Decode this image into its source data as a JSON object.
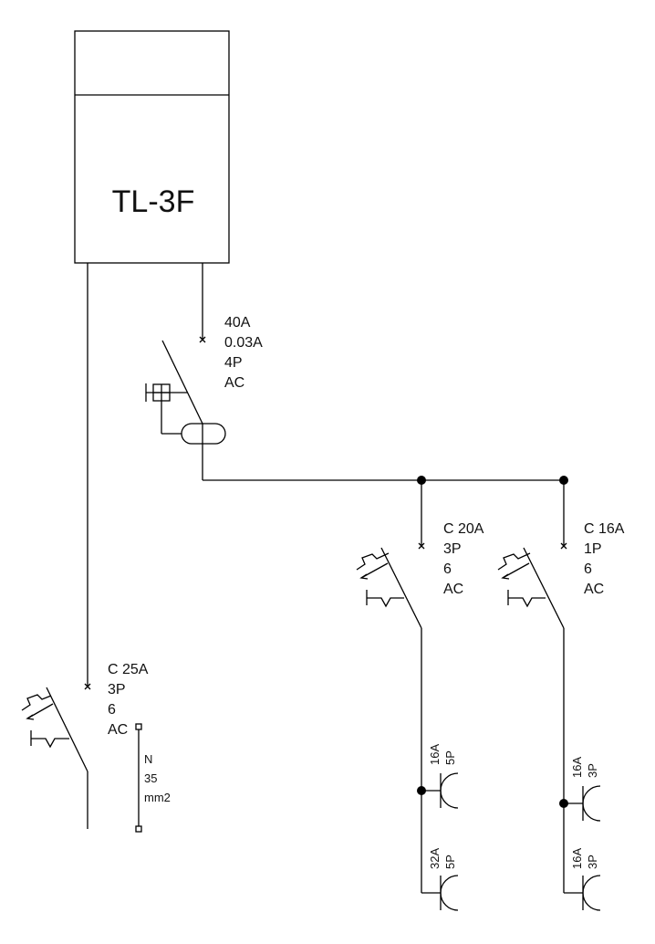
{
  "panel": {
    "label": "TL-3F"
  },
  "rcd": {
    "rating": "40A",
    "sensitivity": "0.03A",
    "poles": "4P",
    "type": "AC"
  },
  "breakers": [
    {
      "id": "main-left",
      "curve_rating": "C 25A",
      "poles": "3P",
      "breaking": "6",
      "type": "AC"
    },
    {
      "id": "branch-1",
      "curve_rating": "C 20A",
      "poles": "3P",
      "breaking": "6",
      "type": "AC"
    },
    {
      "id": "branch-2",
      "curve_rating": "C 16A",
      "poles": "1P",
      "breaking": "6",
      "type": "AC"
    }
  ],
  "neutral_bar": {
    "label": "N",
    "size": "35",
    "unit": "mm2"
  },
  "sockets": [
    {
      "rating": "16A",
      "poles": "5P"
    },
    {
      "rating": "32A",
      "poles": "5P"
    },
    {
      "rating": "16A",
      "poles": "3P"
    },
    {
      "rating": "16A",
      "poles": "3P"
    }
  ]
}
